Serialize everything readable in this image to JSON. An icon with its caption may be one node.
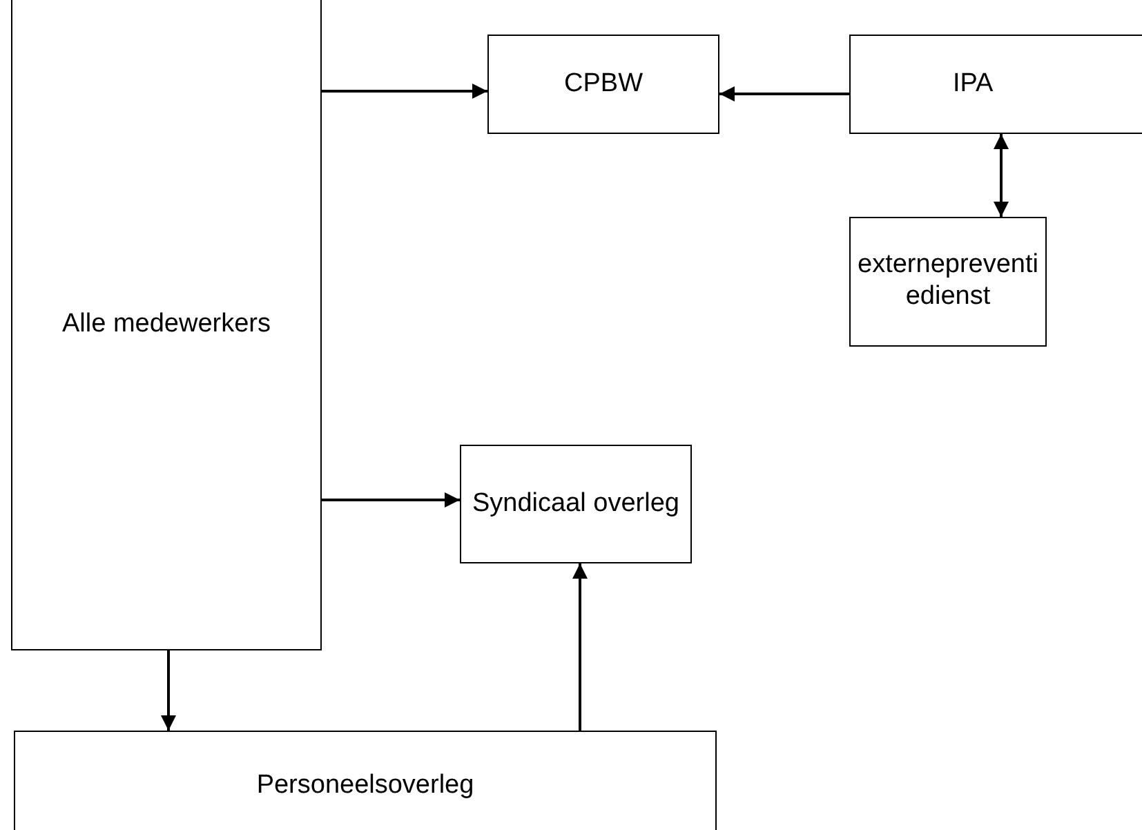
{
  "diagram": {
    "nodes": [
      {
        "text": [
          "Alle medewerkers"
        ]
      },
      {
        "text": [
          "CPBW"
        ]
      },
      {
        "text": [
          "IPA"
        ]
      },
      {
        "text": [
          "externepreventiedienst"
        ]
      },
      {
        "text": [
          "Syndicaal overleg"
        ]
      },
      {
        "text": [
          "Personeelsoverleg"
        ]
      }
    ],
    "edges": [
      {
        "from": 0,
        "to": 1,
        "arrow": "to"
      },
      {
        "from": 2,
        "to": 1,
        "arrow": "to"
      },
      {
        "from": 2,
        "to": 3,
        "arrow": "both"
      },
      {
        "from": 0,
        "to": 4,
        "arrow": "to"
      },
      {
        "from": 0,
        "to": 5,
        "arrow": "to"
      },
      {
        "from": 5,
        "to": 4,
        "arrow": "to"
      }
    ]
  }
}
